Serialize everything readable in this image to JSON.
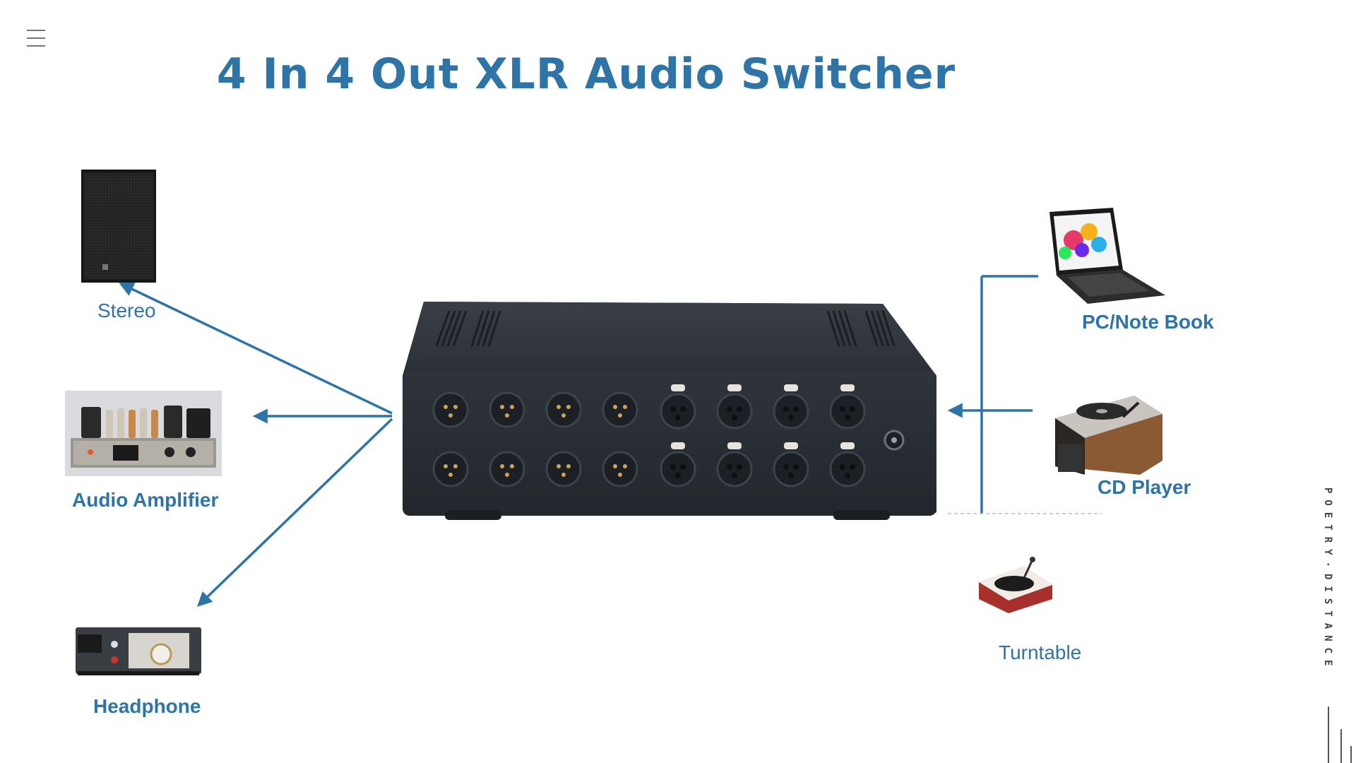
{
  "title": "4 In 4 Out XLR Audio Switcher",
  "colors": {
    "accent": "#2e74a6",
    "device": "#2b2f35",
    "sidebar_text": "#444444"
  },
  "outputs": [
    {
      "label": "Stereo",
      "icon": "speaker-icon"
    },
    {
      "label": "Audio Amplifier",
      "icon": "amplifier-icon"
    },
    {
      "label": "Headphone",
      "icon": "headphone-amp-icon"
    }
  ],
  "inputs": [
    {
      "label": "PC/Note Book",
      "icon": "laptop-icon"
    },
    {
      "label": "CD Player",
      "icon": "cd-player-icon"
    },
    {
      "label": "Turntable",
      "icon": "turntable-icon"
    }
  ],
  "device": {
    "name": "xlr-switcher",
    "male_connectors": 8,
    "female_connectors": 8
  },
  "sidebar": {
    "vertical_text": "POETRY·DISTANCE"
  },
  "menu": {
    "icon": "hamburger-icon"
  }
}
